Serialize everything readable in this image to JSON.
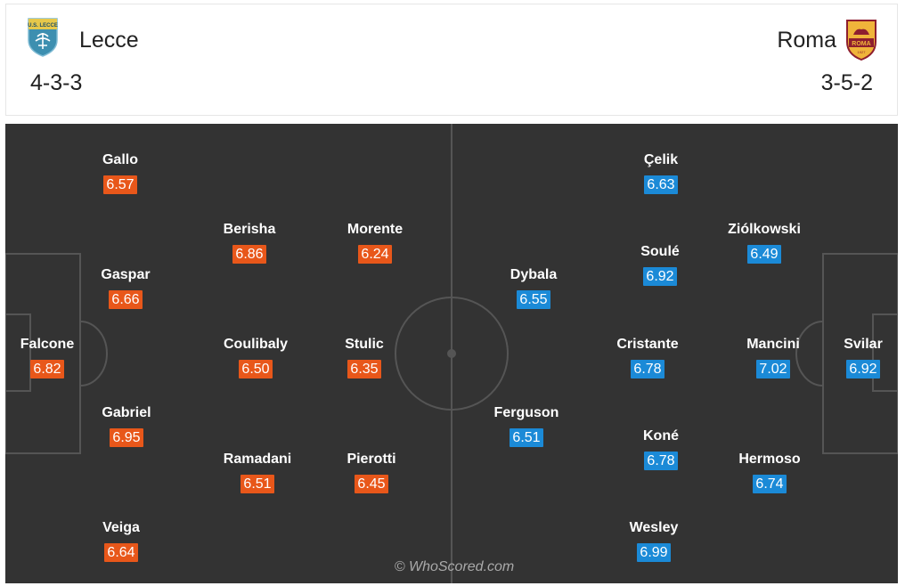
{
  "header": {
    "home": {
      "name": "Lecce",
      "formation": "4-3-3",
      "crest_icon": "lecce-crest-icon",
      "crest_text": "U.S. LECCE"
    },
    "away": {
      "name": "Roma",
      "formation": "3-5-2",
      "crest_icon": "roma-crest-icon",
      "crest_text": "ROMA",
      "crest_year": "1927"
    }
  },
  "colors": {
    "home_rating": "#e8571a",
    "away_rating": "#1b8ad7",
    "pitch": "#333333",
    "lines": "#555555"
  },
  "players": {
    "home": [
      {
        "name": "Falcone",
        "rating": "6.82"
      },
      {
        "name": "Gallo",
        "rating": "6.57"
      },
      {
        "name": "Gaspar",
        "rating": "6.66"
      },
      {
        "name": "Gabriel",
        "rating": "6.95"
      },
      {
        "name": "Veiga",
        "rating": "6.64"
      },
      {
        "name": "Berisha",
        "rating": "6.86"
      },
      {
        "name": "Coulibaly",
        "rating": "6.50"
      },
      {
        "name": "Ramadani",
        "rating": "6.51"
      },
      {
        "name": "Morente",
        "rating": "6.24"
      },
      {
        "name": "Stulic",
        "rating": "6.35"
      },
      {
        "name": "Pierotti",
        "rating": "6.45"
      }
    ],
    "away": [
      {
        "name": "Svilar",
        "rating": "6.92"
      },
      {
        "name": "Ziólkowski",
        "rating": "6.49"
      },
      {
        "name": "Mancini",
        "rating": "7.02"
      },
      {
        "name": "Hermoso",
        "rating": "6.74"
      },
      {
        "name": "Çelik",
        "rating": "6.63"
      },
      {
        "name": "Soulé",
        "rating": "6.92"
      },
      {
        "name": "Cristante",
        "rating": "6.78"
      },
      {
        "name": "Koné",
        "rating": "6.78"
      },
      {
        "name": "Wesley",
        "rating": "6.99"
      },
      {
        "name": "Dybala",
        "rating": "6.55"
      },
      {
        "name": "Ferguson",
        "rating": "6.51"
      }
    ]
  },
  "watermark": "© WhoScored.com"
}
